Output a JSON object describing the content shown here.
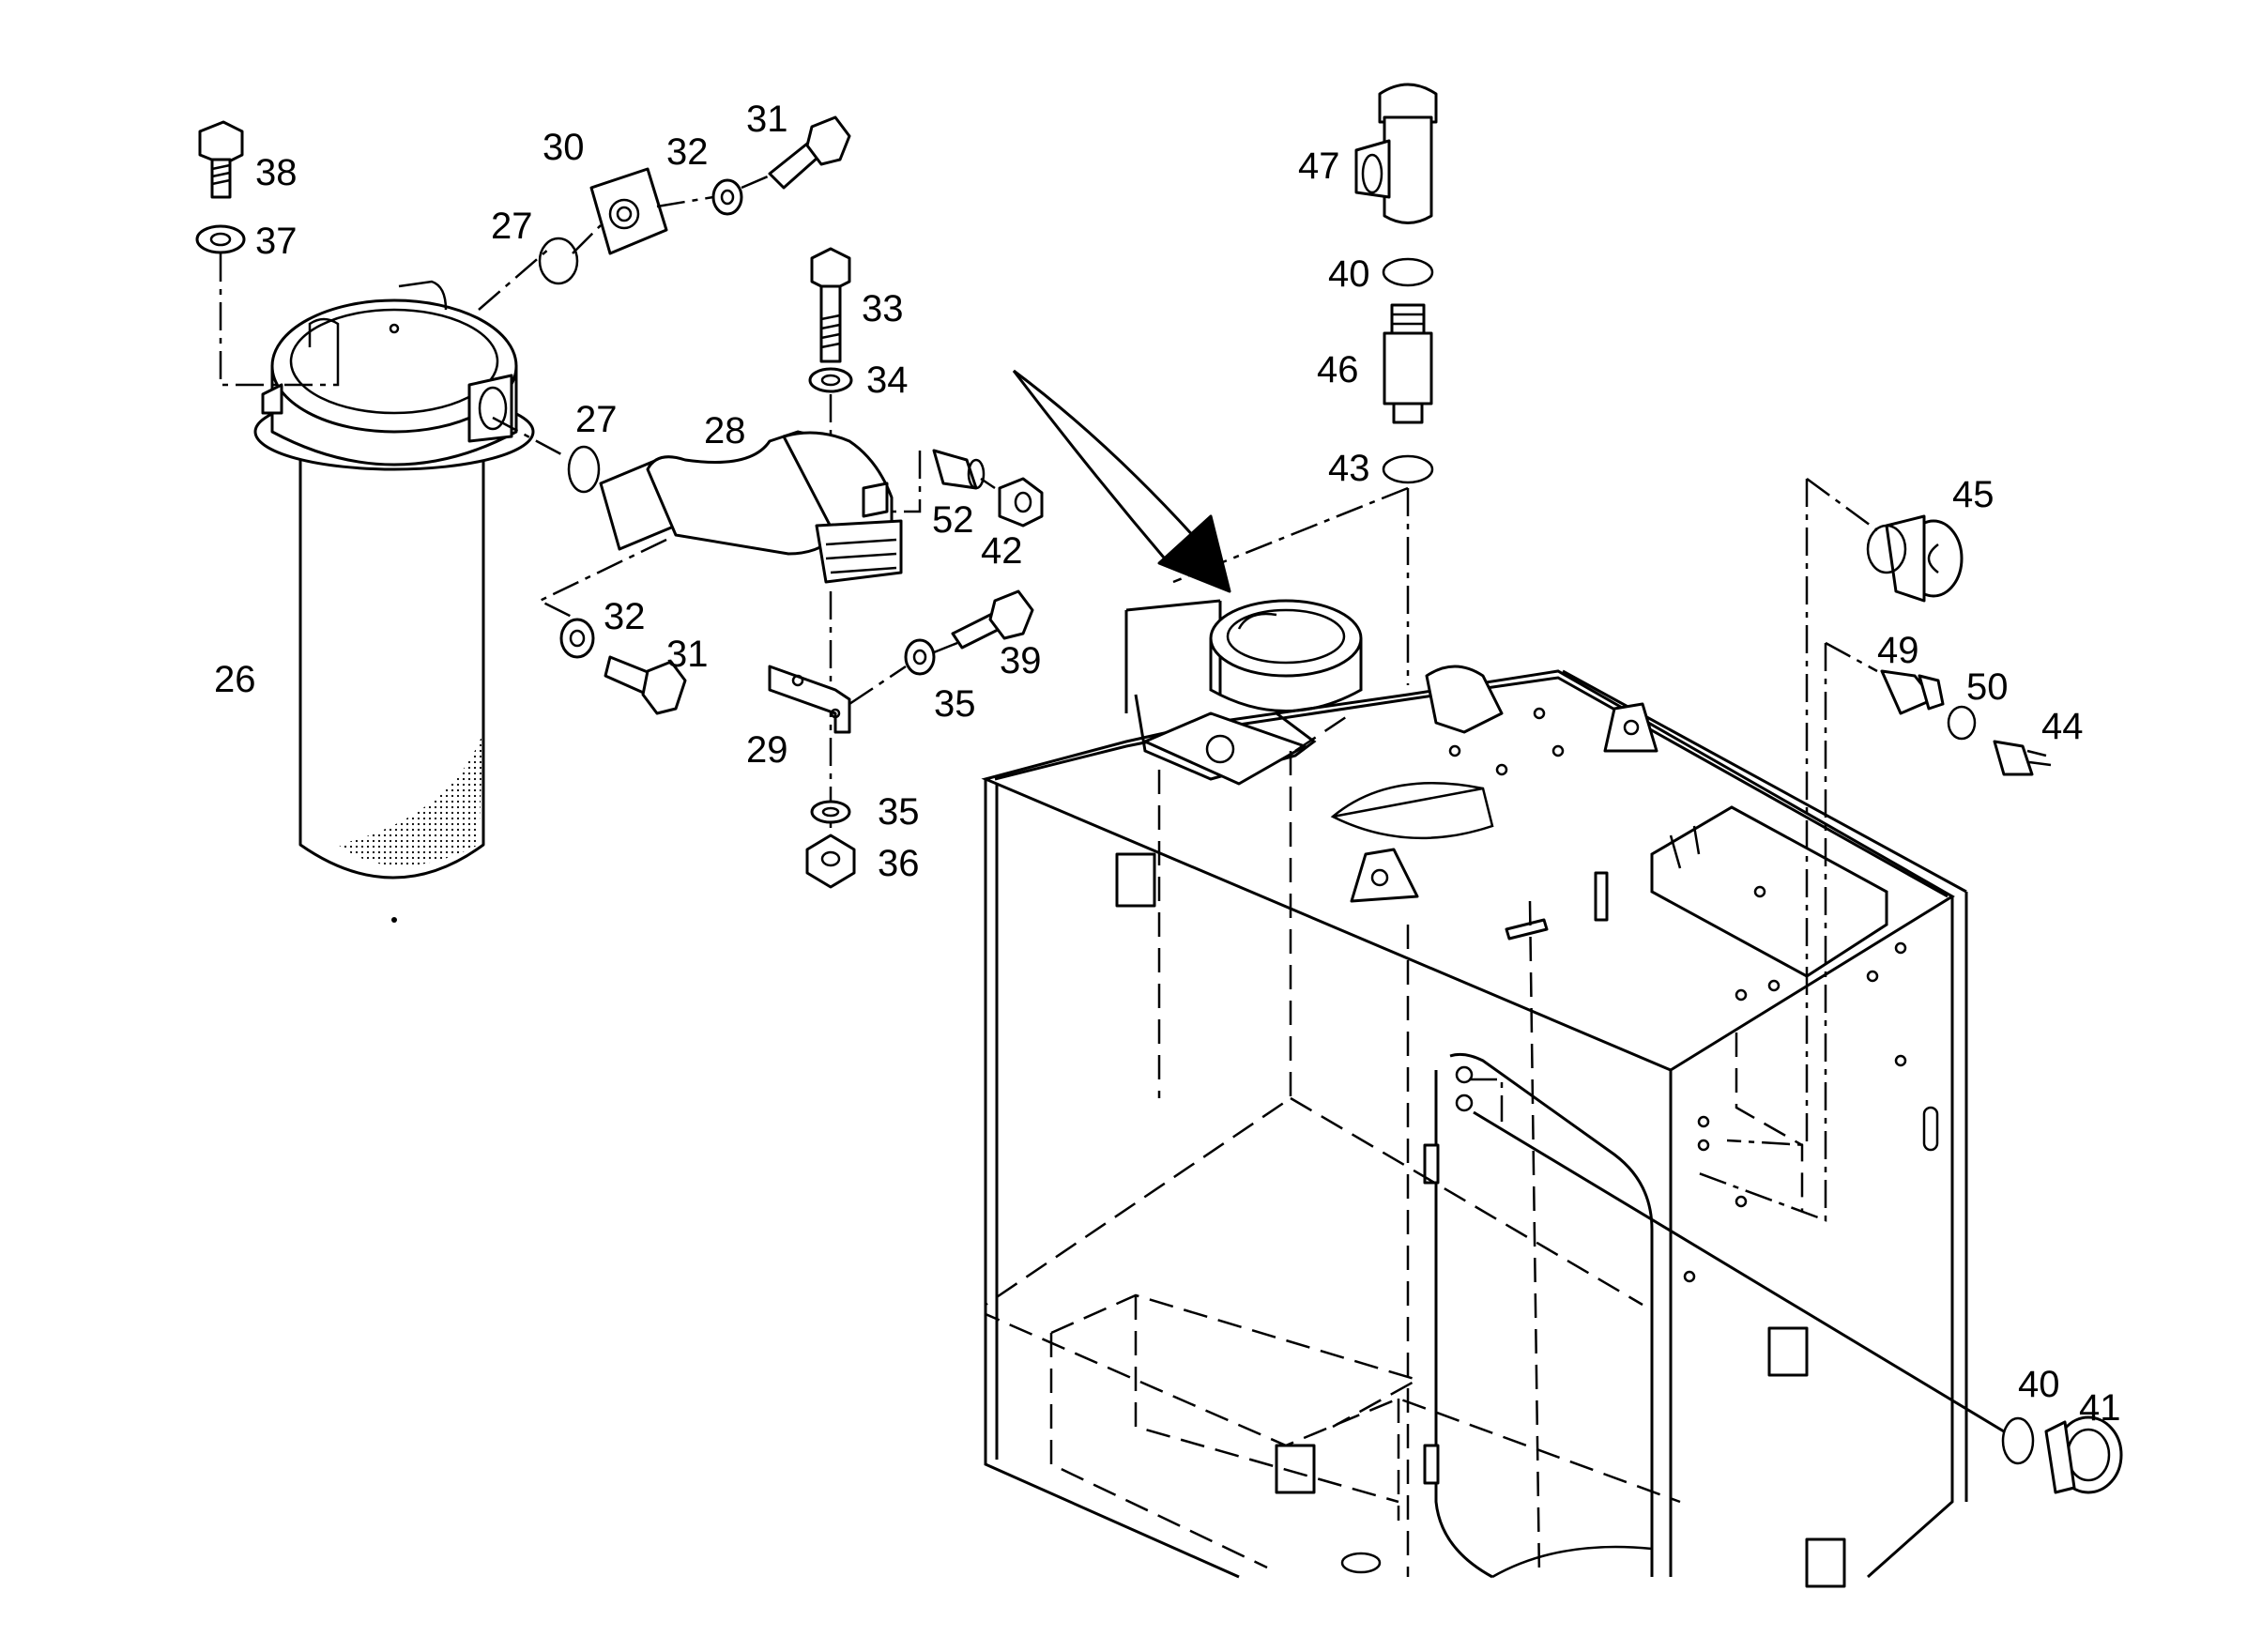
{
  "callouts": [
    {
      "id": "26",
      "label": "26"
    },
    {
      "id": "27a",
      "label": "27"
    },
    {
      "id": "27b",
      "label": "27"
    },
    {
      "id": "28",
      "label": "28"
    },
    {
      "id": "29",
      "label": "29"
    },
    {
      "id": "30",
      "label": "30"
    },
    {
      "id": "31a",
      "label": "31"
    },
    {
      "id": "31b",
      "label": "31"
    },
    {
      "id": "32a",
      "label": "32"
    },
    {
      "id": "32b",
      "label": "32"
    },
    {
      "id": "33",
      "label": "33"
    },
    {
      "id": "34",
      "label": "34"
    },
    {
      "id": "35a",
      "label": "35"
    },
    {
      "id": "35b",
      "label": "35"
    },
    {
      "id": "36",
      "label": "36"
    },
    {
      "id": "37",
      "label": "37"
    },
    {
      "id": "38",
      "label": "38"
    },
    {
      "id": "39",
      "label": "39"
    },
    {
      "id": "40a",
      "label": "40"
    },
    {
      "id": "40b",
      "label": "40"
    },
    {
      "id": "41",
      "label": "41"
    },
    {
      "id": "42",
      "label": "42"
    },
    {
      "id": "43",
      "label": "43"
    },
    {
      "id": "44",
      "label": "44"
    },
    {
      "id": "45",
      "label": "45"
    },
    {
      "id": "46",
      "label": "46"
    },
    {
      "id": "47",
      "label": "47"
    },
    {
      "id": "49",
      "label": "49"
    },
    {
      "id": "50",
      "label": "50"
    },
    {
      "id": "52",
      "label": "52"
    }
  ]
}
